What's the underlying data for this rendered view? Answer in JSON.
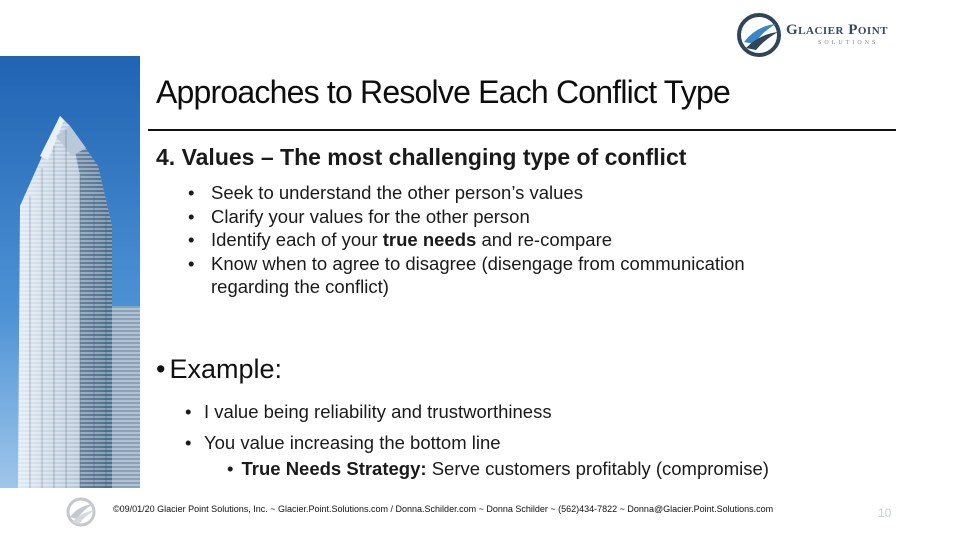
{
  "logo": {
    "name": "Glacier Point",
    "subtitle": "SOLUTIONS"
  },
  "slide": {
    "title": "Approaches to Resolve Each Conflict Type",
    "subheading": "4. Values – The most challenging type of conflict",
    "bullets": [
      {
        "text": "Seek to understand the other person’s values"
      },
      {
        "text": "Clarify your values for the other person"
      },
      {
        "pre": "Identify each of your ",
        "bold": "true needs",
        "post": " and re-compare"
      },
      {
        "text": "Know when to agree to disagree (disengage from communication",
        "continued": "regarding the conflict)"
      }
    ],
    "example_label": "Example:",
    "example_bullets": [
      "I value being reliability and trustworthiness",
      "You value increasing the bottom line"
    ],
    "strategy": {
      "label": "True Needs Strategy:",
      "text": "Serve customers profitably (compromise)"
    }
  },
  "footer": {
    "text": "©09/01/20 Glacier Point Solutions, Inc. ~ Glacier.Point.Solutions.com / Donna.Schilder.com ~ Donna Schilder ~ (562)434-7822 ~ Donna@Glacier.Point.Solutions.com",
    "page_number": "10"
  },
  "colors": {
    "logo_dark": "#2f4558",
    "logo_blue": "#3a86c8",
    "sky": "#2f78c4"
  }
}
